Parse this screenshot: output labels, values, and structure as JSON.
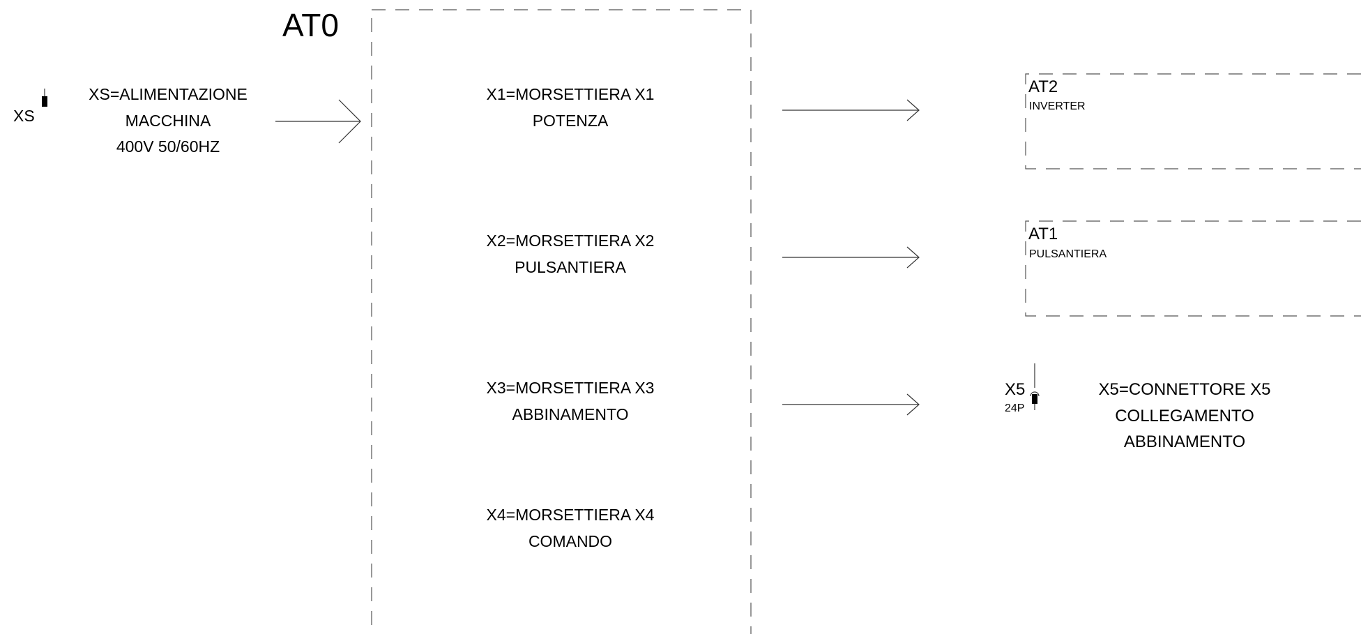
{
  "main_box": {
    "title": "AT0",
    "terminals": [
      {
        "line1": "X1=MORSETTIERA X1",
        "line2": "POTENZA"
      },
      {
        "line1": "X2=MORSETTIERA X2",
        "line2": "PULSANTIERA"
      },
      {
        "line1": "X3=MORSETTIERA X3",
        "line2": "ABBINAMENTO"
      },
      {
        "line1": "X4=MORSETTIERA X4",
        "line2": "COMANDO"
      }
    ]
  },
  "supply": {
    "tag": "XS",
    "line1": "XS=ALIMENTAZIONE",
    "line2": "MACCHINA",
    "line3": "400V 50/60HZ"
  },
  "at2": {
    "title": "AT2",
    "subtitle": "INVERTER"
  },
  "at1": {
    "title": "AT1",
    "subtitle": "PULSANTIERA"
  },
  "connector": {
    "tag": "X5",
    "pins": "24P",
    "line1": "X5=CONNETTORE X5",
    "line2": "COLLEGAMENTO",
    "line3": "ABBINAMENTO"
  },
  "colors": {
    "line": "#333333",
    "dash": "#555555",
    "text": "#000000"
  }
}
